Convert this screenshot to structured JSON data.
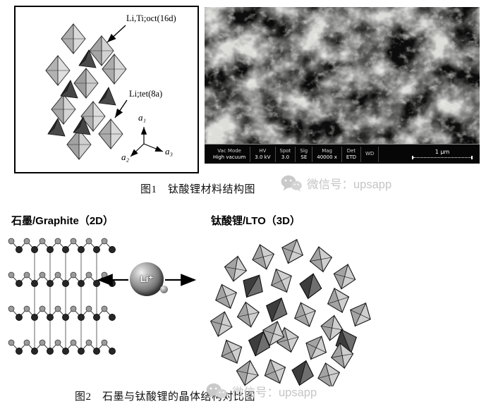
{
  "figure1": {
    "label_oct": "Li,Ti;oct(16d)",
    "label_tet": "Li;tet(8a)",
    "axis_a1": "a₁",
    "axis_a2": "a₂",
    "axis_a3": "a₃",
    "caption": "图1　钛酸锂材料结构图",
    "sem": {
      "columns": [
        {
          "h": "Vac Mode",
          "v": "High vacuum"
        },
        {
          "h": "HV",
          "v": "3.0 kV"
        },
        {
          "h": "Spot",
          "v": "3.0"
        },
        {
          "h": "Sig",
          "v": "SE"
        },
        {
          "h": "Mag",
          "v": "40000 x"
        },
        {
          "h": "Det",
          "v": "ETD"
        },
        {
          "h": "WD",
          "v": ""
        }
      ],
      "scale_label": "1 μm"
    }
  },
  "watermark": {
    "text": "微信号：upsapp",
    "color": "#c5c5c5"
  },
  "figure2": {
    "left_label": "石墨/Graphite（2D）",
    "right_label": "钛酸锂/LTO（3D）",
    "ion_label": "Li⁺",
    "caption": "图2　石墨与钛酸锂的晶体结构对比图"
  }
}
